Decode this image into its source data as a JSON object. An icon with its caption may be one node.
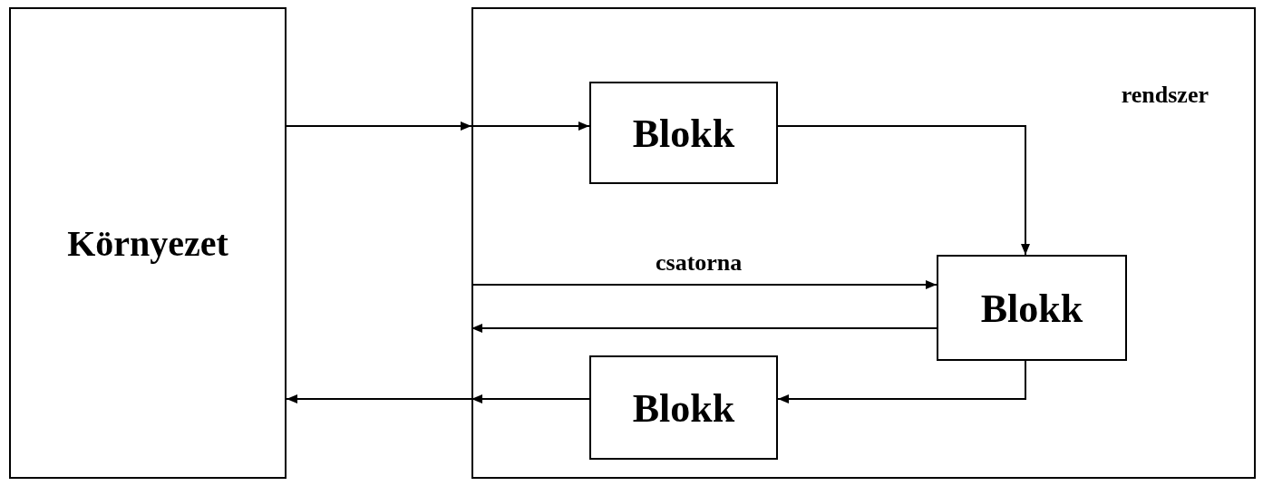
{
  "diagram": {
    "nodes": [
      {
        "text": [
          "Környezet"
        ]
      },
      {
        "text": [
          "rendszer"
        ]
      },
      {
        "text": [
          "Blokk"
        ],
        "in": 1
      },
      {
        "text": [
          "Blokk"
        ],
        "in": 1
      },
      {
        "text": [
          "Blokk"
        ],
        "in": 1
      }
    ],
    "edges": [
      {
        "from": 0,
        "to": 1,
        "arrow": "to"
      },
      {
        "from": 1,
        "to": 2,
        "arrow": "to"
      },
      {
        "from": 2,
        "to": 3,
        "arrow": "to"
      },
      {
        "from": 1,
        "to": 3,
        "arrow": "to",
        "label": "csatorna"
      },
      {
        "from": 3,
        "to": 1,
        "arrow": "to"
      },
      {
        "from": 3,
        "to": 4,
        "arrow": "to"
      },
      {
        "from": 4,
        "to": 1,
        "arrow": "to"
      },
      {
        "from": 1,
        "to": 0,
        "arrow": "to"
      }
    ]
  }
}
